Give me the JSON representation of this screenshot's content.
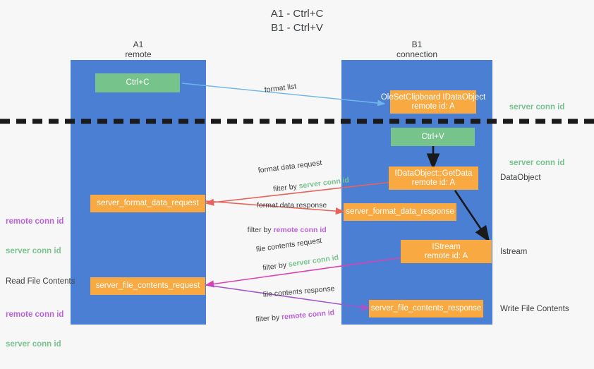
{
  "title": "A1 - Ctrl+C\nB1 - Ctrl+V",
  "lanes": [
    {
      "name": "a1",
      "header": "A1\nremote"
    },
    {
      "name": "b1",
      "header": "B1\nconnection"
    }
  ],
  "boxes": {
    "ctrl_c": "Ctrl+C",
    "ctrl_v": "Ctrl+V",
    "ole_set_clipboard": "OleSetClipboard IDataObject\nremote id: A",
    "get_data": "IDataObject::GetData\nremote id: A",
    "istream": "IStream\nremote id: A",
    "server_format_data_request": "server_format_data_request",
    "server_format_data_response": "server_format_data_response",
    "server_file_contents_request": "server_file_contents_request",
    "server_file_contents_response": "server_file_contents_response"
  },
  "right_labels": {
    "server_conn_id_top": "server conn id",
    "server_conn_id_mid": "server conn id",
    "data_object": "DataObject",
    "istream": "Istream",
    "write_file_contents": "Write File Contents"
  },
  "left_labels": {
    "remote_conn_id_1": "remote conn id",
    "server_conn_id_1": "server conn id",
    "read_file_contents": "Read File Contents",
    "remote_conn_id_2": "remote conn id",
    "server_conn_id_2": "server conn id"
  },
  "edges": {
    "format_list": "format list",
    "format_data_request": "format data request",
    "format_data_request_filter_prefix": "filter by ",
    "format_data_request_filter_value": "server conn id",
    "format_data_response": "format data response",
    "format_data_response_filter_prefix": "filter by ",
    "format_data_response_filter_value": "remote conn id",
    "file_contents_request": "file contents request",
    "file_contents_request_filter_prefix": "filter by ",
    "file_contents_request_filter_value": "server conn id",
    "file_contents_response": "file contents response",
    "file_contents_response_filter_prefix": "filter by ",
    "file_contents_response_filter_value": "remote conn id"
  },
  "colors": {
    "lane": "#4a7fd4",
    "green_box": "#76c38c",
    "orange_box": "#f8a941",
    "green_text": "#78c48e",
    "purple_text": "#bb62d6",
    "red_arrow": "#e8635a",
    "blue_arrow": "#6fb6e8",
    "magenta_arrow": "#e040b0",
    "purple_arrow": "#a655c8",
    "black": "#1a1a1a"
  }
}
